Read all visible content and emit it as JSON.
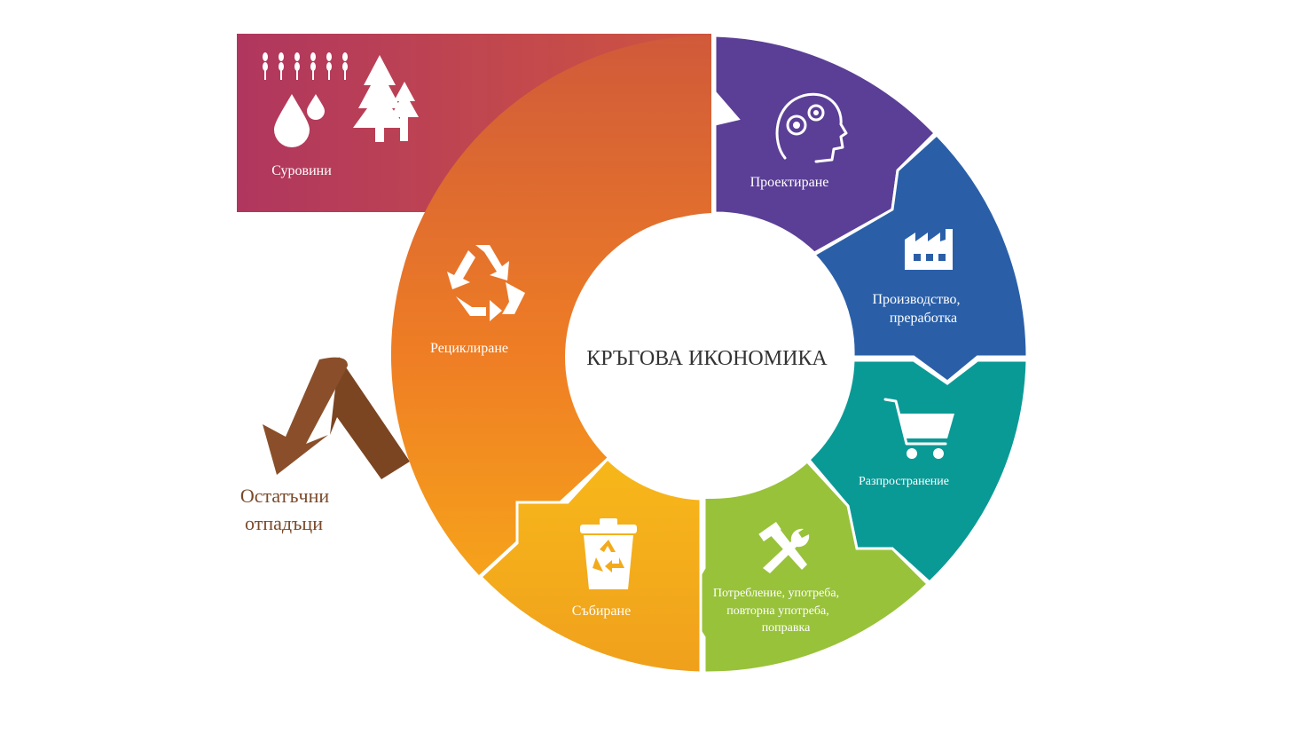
{
  "center": {
    "title": "КРЪГОВА ИКОНОМИКА"
  },
  "stages": [
    {
      "id": "raw",
      "label": "Суровини",
      "color": "#b23a5c",
      "icon": "resources-icon"
    },
    {
      "id": "design",
      "label": "Проектиране",
      "color": "#5b3f96",
      "icon": "head-gears-icon"
    },
    {
      "id": "production",
      "label_lines": [
        "Производство,",
        "преработка"
      ],
      "color": "#2a5fa8",
      "icon": "factory-icon"
    },
    {
      "id": "distribution",
      "label": "Разпространение",
      "color": "#0a9a96",
      "icon": "cart-icon"
    },
    {
      "id": "consumption",
      "label_lines": [
        "Потребление, употреба,",
        "повторна употреба,",
        "поправка"
      ],
      "color": "#98c23a",
      "icon": "tools-icon"
    },
    {
      "id": "collection",
      "label": "Събиране",
      "color": "#f3aa1b",
      "icon": "recycle-bin-icon"
    },
    {
      "id": "recycling",
      "label": "Рециклиране",
      "color": "#e57e2a",
      "icon": "recycle-icon"
    }
  ],
  "residual_waste": {
    "lines": [
      "Остатъчни",
      "отпадъци"
    ],
    "color": "#7a4a2a"
  }
}
